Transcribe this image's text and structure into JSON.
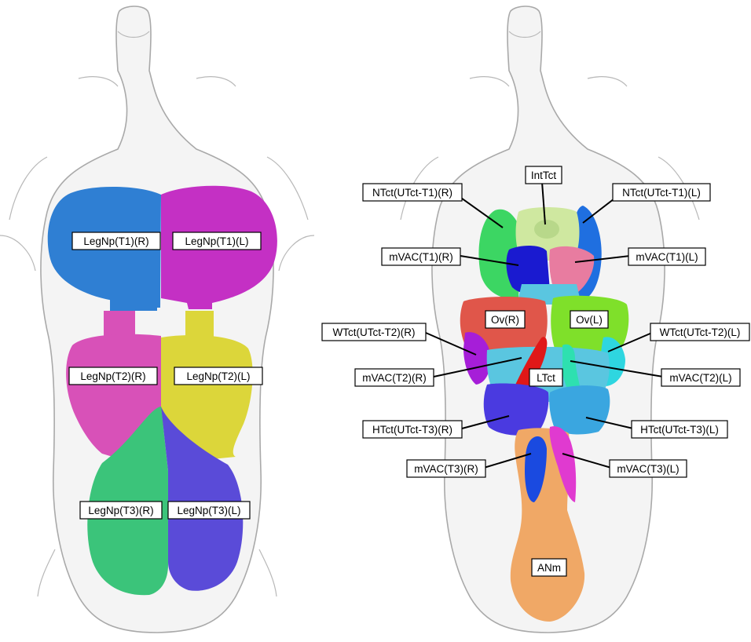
{
  "left_panel": {
    "regions": [
      {
        "id": "legnp-t1-r",
        "label": "LegNp(T1)(R)",
        "color": "#2f7fd3"
      },
      {
        "id": "legnp-t1-l",
        "label": "LegNp(T1)(L)",
        "color": "#c430c4"
      },
      {
        "id": "legnp-t2-r",
        "label": "LegNp(T2)(R)",
        "color": "#d851b8"
      },
      {
        "id": "legnp-t2-l",
        "label": "LegNp(T2)(L)",
        "color": "#dcd63a"
      },
      {
        "id": "legnp-t3-r",
        "label": "LegNp(T3)(R)",
        "color": "#3bc47a"
      },
      {
        "id": "legnp-t3-l",
        "label": "LegNp(T3)(L)",
        "color": "#5a4bd8"
      }
    ]
  },
  "right_panel": {
    "regions": [
      {
        "id": "inttct",
        "label": "IntTct",
        "color": "#cfe8a0"
      },
      {
        "id": "ntct-r",
        "label": "NTct(UTct-T1)(R)",
        "color": "#3cd663"
      },
      {
        "id": "ntct-l",
        "label": "NTct(UTct-T1)(L)",
        "color": "#1f6fe0"
      },
      {
        "id": "mvac-t1-r",
        "label": "mVAC(T1)(R)",
        "color": "#1a1ad0"
      },
      {
        "id": "mvac-t1-l",
        "label": "mVAC(T1)(L)",
        "color": "#e87ca0"
      },
      {
        "id": "ov-r",
        "label": "Ov(R)",
        "color": "#e0564a"
      },
      {
        "id": "ov-l",
        "label": "Ov(L)",
        "color": "#7fe02a"
      },
      {
        "id": "wtct-r",
        "label": "WTct(UTct-T2)(R)",
        "color": "#a61ed8"
      },
      {
        "id": "wtct-l",
        "label": "WTct(UTct-T2)(L)",
        "color": "#2ed6e0"
      },
      {
        "id": "mvac-t2-r",
        "label": "mVAC(T2)(R)",
        "color": "#e01818"
      },
      {
        "id": "mvac-t2-l",
        "label": "mVAC(T2)(L)",
        "color": "#2ee0b0"
      },
      {
        "id": "ltct",
        "label": "LTct",
        "color": "#5ac6e0"
      },
      {
        "id": "htct-r",
        "label": "HTct(UTct-T3)(R)",
        "color": "#4a3ae0"
      },
      {
        "id": "htct-l",
        "label": "HTct(UTct-T3)(L)",
        "color": "#3aa6e0"
      },
      {
        "id": "mvac-t3-r",
        "label": "mVAC(T3)(R)",
        "color": "#1a4ae0"
      },
      {
        "id": "mvac-t3-l",
        "label": "mVAC(T3)(L)",
        "color": "#e03ad0"
      },
      {
        "id": "anm",
        "label": "ANm",
        "color": "#f0a866"
      }
    ]
  }
}
